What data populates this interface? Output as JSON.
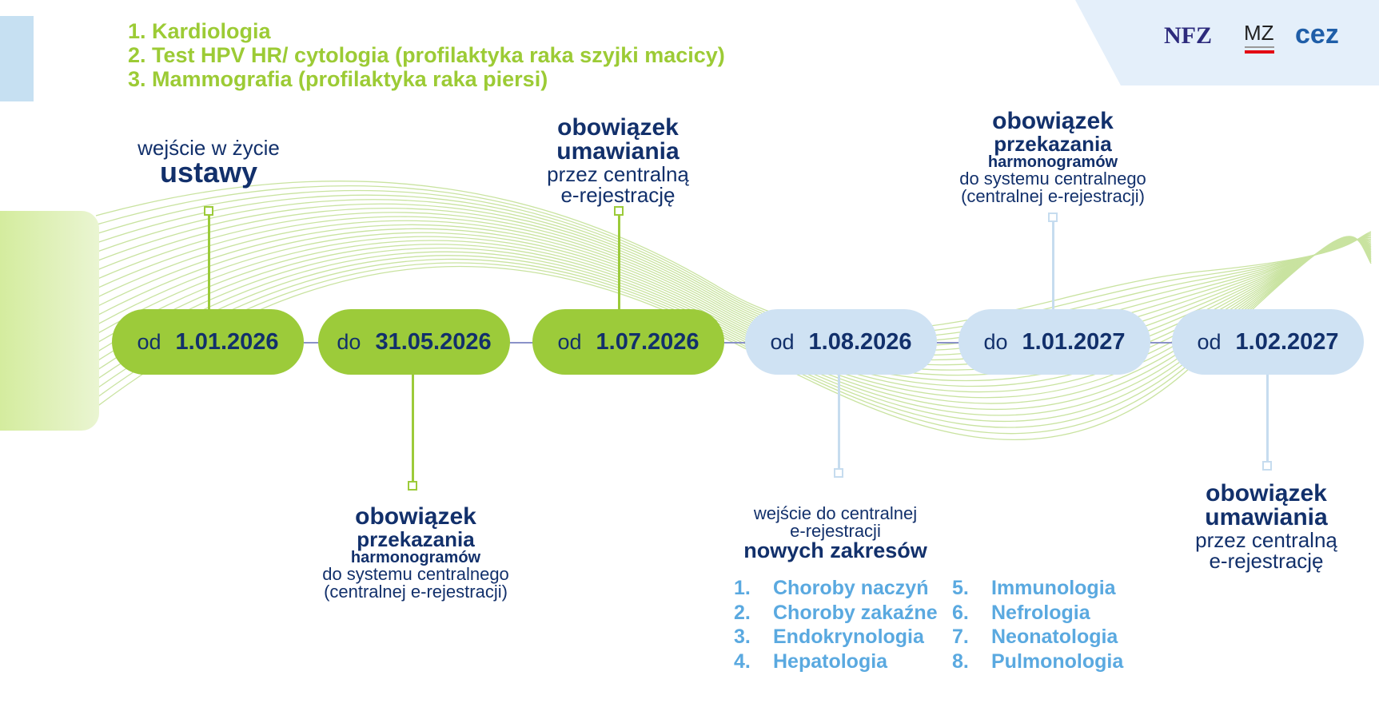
{
  "logos": {
    "nfz": "NFZ",
    "mz": "MZ",
    "cez": "cez"
  },
  "intro": [
    "1. Kardiologia",
    "2. Test HPV HR/ cytologia (profilaktyka raka szyjki macicy)",
    "3. Mammografia (profilaktyka raka piersi)"
  ],
  "milestones": [
    {
      "prefix": "od",
      "date": "1.01.2026"
    },
    {
      "prefix": "do",
      "date": "31.05.2026"
    },
    {
      "prefix": "od",
      "date": "1.07.2026"
    },
    {
      "prefix": "od",
      "date": "1.08.2026"
    },
    {
      "prefix": "do",
      "date": "1.01.2027"
    },
    {
      "prefix": "od",
      "date": "1.02.2027"
    }
  ],
  "labels": {
    "m1": {
      "l1": "wejście w życie",
      "l2": "ustawy"
    },
    "m2": {
      "l1": "obowiązek",
      "l2": "przekazania",
      "l3": "harmonogramów",
      "l4": "do systemu centralnego",
      "l5": "(centralnej e-rejestracji)"
    },
    "m3": {
      "l1": "obowiązek",
      "l2": "umawiania",
      "l3": "przez centralną",
      "l4": "e-rejestrację"
    },
    "m4": {
      "l1": "wejście do centralnej",
      "l2": "e-rejestracji",
      "l3": "nowych zakresów"
    },
    "m5": {
      "l1": "obowiązek",
      "l2": "przekazania",
      "l3": "harmonogramów",
      "l4": "do systemu centralnego",
      "l5": "(centralnej e-rejestracji)"
    },
    "m6": {
      "l1": "obowiązek",
      "l2": "umawiania",
      "l3": "przez centralną",
      "l4": "e-rejestrację"
    }
  },
  "new_ranges": [
    {
      "n": "1.",
      "name": "Choroby naczyń"
    },
    {
      "n": "2.",
      "name": "Choroby zakaźne"
    },
    {
      "n": "3.",
      "name": "Endokrynologia"
    },
    {
      "n": "4.",
      "name": "Hepatologia"
    },
    {
      "n": "5.",
      "name": "Immunologia"
    },
    {
      "n": "6.",
      "name": "Nefrologia"
    },
    {
      "n": "7.",
      "name": "Neonatologia"
    },
    {
      "n": "8.",
      "name": "Pulmonologia"
    }
  ],
  "colors": {
    "green": "#9ccb3a",
    "navy": "#12306b",
    "lightblue": "#cfe2f3",
    "listblue": "#5aa9e0"
  }
}
